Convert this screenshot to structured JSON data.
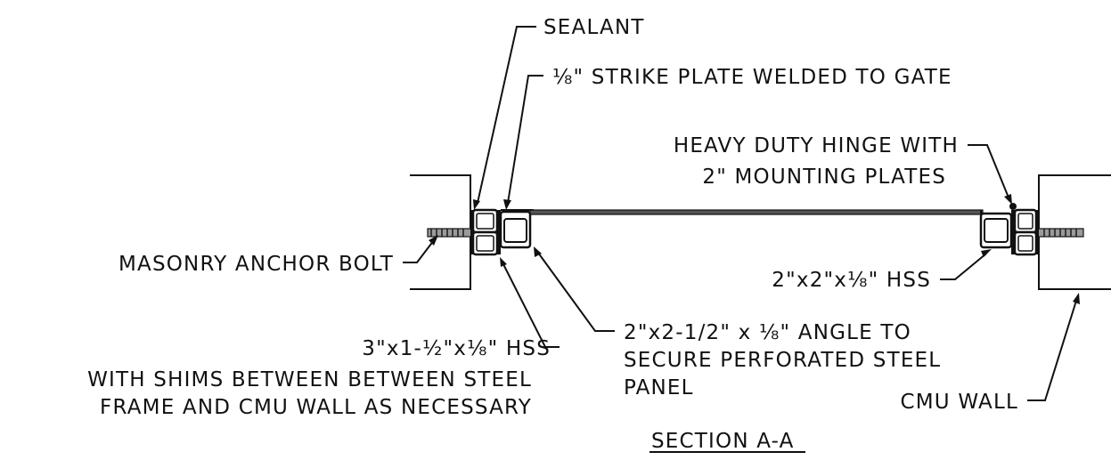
{
  "colors": {
    "ink": "#111111",
    "paper": "#ffffff",
    "panel": "#555555"
  },
  "labels": {
    "sealant": "SEALANT",
    "strike_plate": "⅛\" STRIKE PLATE WELDED TO GATE",
    "hinge_line1": "HEAVY DUTY HINGE WITH",
    "hinge_line2": "2\" MOUNTING PLATES",
    "anchor_bolt": "MASONRY ANCHOR BOLT",
    "hss_right": "2\"x2\"x⅛\" HSS",
    "angle_line1": "2\"x2-1/2\" x ⅛\" ANGLE TO",
    "angle_line2": "SECURE PERFORATED STEEL",
    "angle_line3": "PANEL",
    "hss_left_line1": "3\"x1-½\"x⅛\" HSS",
    "hss_left_line2": "WITH SHIMS BETWEEN BETWEEN STEEL",
    "hss_left_line3": "FRAME AND CMU WALL AS NECESSARY",
    "cmu_wall": "CMU WALL",
    "section_title": "SECTION A-A"
  }
}
